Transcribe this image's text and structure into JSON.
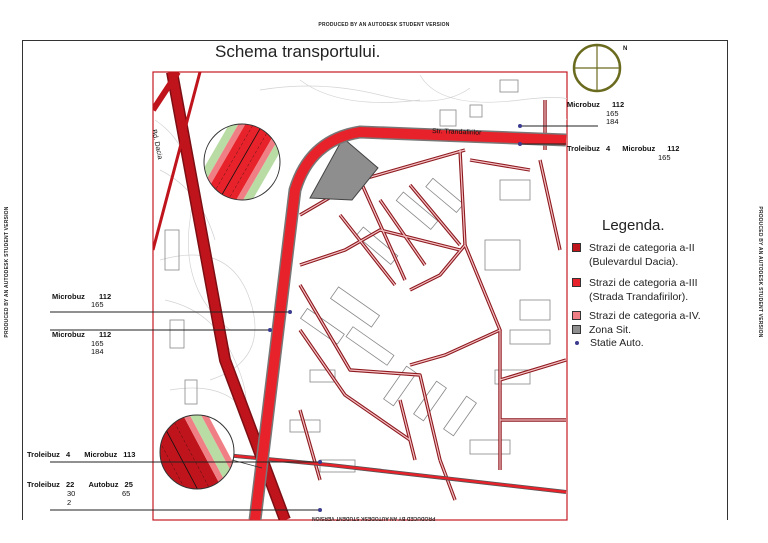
{
  "watermark": "PRODUCED BY AN AUTODESK STUDENT VERSION",
  "title": "Schema transportului.",
  "compass": {
    "north": "N"
  },
  "street_labels": {
    "bd_dacia": "Bd. Dacia",
    "str_trandafirilor": "Str. Trandafirilor"
  },
  "legend": {
    "title": "Legenda.",
    "items": [
      {
        "text": "Strazi de categoria a-II",
        "text2": "(Bulevardul Dacia).",
        "color": "#c0141c"
      },
      {
        "text": "Strazi de categoria a-III",
        "text2": "(Strada Trandafirilor).",
        "color": "#e8222a"
      },
      {
        "text": "Strazi de categoria a-IV.",
        "color": "#f07f85"
      },
      {
        "text": "Zona Sit.",
        "color": "#8e8e8e"
      },
      {
        "text": "Statie Auto.",
        "color": "#3b3b8f"
      }
    ]
  },
  "stops": {
    "right_top": {
      "label": "Microbuz",
      "lines": [
        "112",
        "165",
        "184"
      ]
    },
    "right_second": {
      "troleibuz": "Troleibuz",
      "troleibuz_line": "4",
      "microbuz": "Microbuz",
      "lines": [
        "112",
        "165"
      ]
    },
    "left_1": {
      "label": "Microbuz",
      "lines": [
        "112",
        "165"
      ]
    },
    "left_2": {
      "label": "Microbuz",
      "lines": [
        "112",
        "165",
        "184"
      ]
    },
    "left_3": {
      "troleibuz": "Troleibuz",
      "troleibuz_line": "4",
      "microbuz": "Microbuz",
      "microbuz_line": "113"
    },
    "left_4": {
      "troleibuz": "Troleibuz",
      "troleibuz_lines": [
        "22",
        "30",
        "2"
      ],
      "autobuz": "Autobuz",
      "autobuz_lines": [
        "25",
        "65"
      ]
    }
  },
  "colors": {
    "cat2": "#c0141c",
    "cat3": "#e8222a",
    "cat4": "#f07f85",
    "zone": "#8e8e8e",
    "stop": "#3b3b8f",
    "green": "#b9dba4",
    "frame": "#c41a22"
  }
}
